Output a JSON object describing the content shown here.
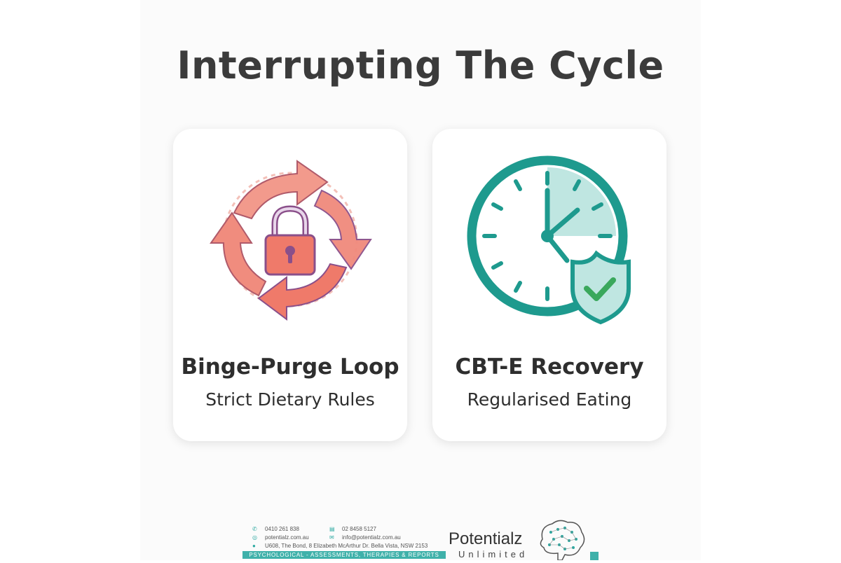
{
  "title": "Interrupting The Cycle",
  "cards": [
    {
      "title": "Binge-Purge Loop",
      "subtitle": "Strict Dietary Rules",
      "icon": "cycle-lock-icon"
    },
    {
      "title": "CBT-E Recovery",
      "subtitle": "Regularised Eating",
      "icon": "clock-shield-icon"
    }
  ],
  "footer": {
    "phone": "0410  261 838",
    "website": "potentialz.com.au",
    "address": "U608, The Bond, 8 Elizabeth McArthur Dr. Bella Vista, NSW 2153",
    "fax": "02 8458 5127",
    "email": "info@potentialz.com.au",
    "tagline": "PSYCHOLOGICAL - ASSESSMENTS, THERAPIES & REPORTS",
    "brand": "Potentialz",
    "brand_sub": "Unlimited"
  },
  "colors": {
    "title": "#3b3b3b",
    "coral": "#ef7a6a",
    "purple": "#8a4f8a",
    "teal": "#1e9a8e",
    "teal_light": "#bfe6e1",
    "green_check": "#3aa85c"
  }
}
